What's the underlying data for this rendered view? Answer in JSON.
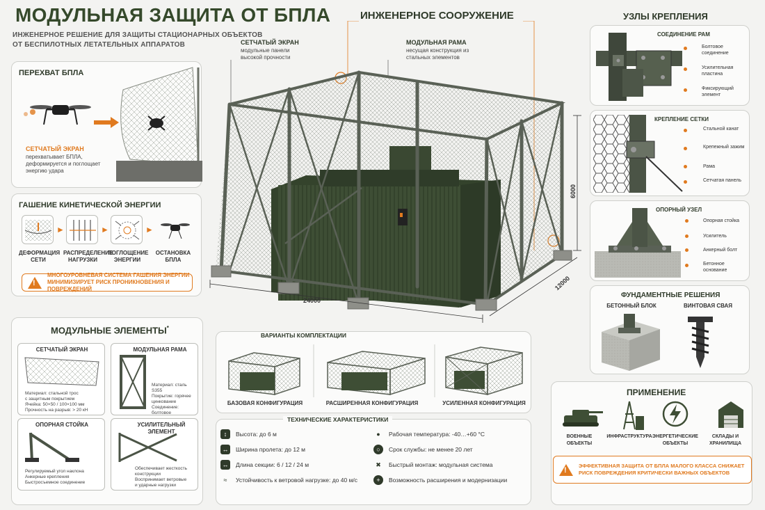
{
  "header": {
    "title": "МОДУЛЬНАЯ ЗАЩИТА ОТ БПЛА",
    "subtitle_line1": "ИНЖЕНЕРНОЕ РЕШЕНИЕ ДЛЯ ЗАЩИТЫ СТАЦИОНАРНЫХ ОБЪЕКТОВ",
    "subtitle_line2": "ОТ БЕСПИЛОТНЫХ ЛЕТАТЕЛЬНЫХ АППАРАТОВ"
  },
  "interception": {
    "title": "ПЕРЕХВАТ БПЛА",
    "mesh_title": "СЕТЧАТЫЙ ЭКРАН",
    "mesh_desc": "перехватывает БПЛА, деформируется и поглощает энергию удара"
  },
  "kinetic": {
    "title": "ГАШЕНИЕ КИНЕТИЧЕСКОЙ ЭНЕРГИИ",
    "steps": [
      {
        "label": "ДЕФОРМАЦИЯ СЕТИ"
      },
      {
        "label": "РАСПРЕДЕЛЕНИЕ НАГРУЗКИ"
      },
      {
        "label": "ПОГЛОЩЕНИЕ ЭНЕРГИИ"
      },
      {
        "label": "ОСТАНОВКА БПЛА"
      }
    ],
    "warning": "МНОГОУРОВНЕВАЯ СИСТЕМА ГАШЕНИЯ ЭНЕРГИИ МИНИМИЗИРУЕТ РИСК ПРОНИКНОВЕНИЯ И ПОВРЕЖДЕНИЙ"
  },
  "structure": {
    "title": "ИНЖЕНЕРНОЕ СООРУЖЕНИЕ",
    "mesh_label": "СЕТЧАТЫЙ ЭКРАН",
    "mesh_desc": "модульные панели высокой прочности",
    "frame_label": "МОДУЛЬНАЯ РАМА",
    "frame_desc": "несущая конструкция из стальных элементов",
    "dim_length": "24000",
    "dim_width": "12000",
    "dim_height": "6000"
  },
  "nodes": {
    "title": "УЗЛЫ КРЕПЛЕНИЯ",
    "frame_joint": {
      "title": "СОЕДИНЕНИЕ РАМ",
      "callouts": [
        "Болтовое соединение",
        "Усилительная пластина",
        "Фиксирующий элемент"
      ]
    },
    "mesh_mount": {
      "title": "КРЕПЛЕНИЕ СЕТКИ",
      "callouts": [
        "Стальной канат",
        "Крепежный зажим",
        "Рама",
        "Сетчатая панель"
      ]
    },
    "support": {
      "title": "ОПОРНЫЙ УЗЕЛ",
      "callouts": [
        "Опорная стойка",
        "Усилитель",
        "Анкерный болт",
        "Бетонное основание"
      ]
    },
    "foundation": {
      "title": "ФУНДАМЕНТНЫЕ РЕШЕНИЯ",
      "block": "БЕТОННЫЙ БЛОК",
      "pile": "ВИНТОВАЯ СВАЯ"
    }
  },
  "modules": {
    "title": "МОДУЛЬНЫЕ ЭЛЕМЕНТЫ",
    "title_mark": "*",
    "mesh": {
      "title": "СЕТЧАТЫЙ ЭКРАН",
      "lines": [
        "Материал: стальной трос",
        "с защитным покрытием",
        "Ячейка: 50×50 / 100×100 мм",
        "Прочность на разрыв: > 20 кН"
      ]
    },
    "frame": {
      "title": "МОДУЛЬНАЯ РАМА",
      "lines": [
        "Материал: сталь S355",
        "Покрытие: горячее цинкование",
        "Соединение: болтовое"
      ]
    },
    "post": {
      "title": "ОПОРНАЯ СТОЙКА",
      "lines": [
        "Регулируемый угол наклона",
        "Анкерные крепления",
        "Быстросъемное соединение"
      ]
    },
    "brace": {
      "title": "УСИЛИТЕЛЬНЫЙ ЭЛЕМЕНТ",
      "lines": [
        "Обеспечивает жесткость",
        "конструкции",
        "Воспринимает ветровые",
        "и ударные нагрузки"
      ]
    }
  },
  "configs": {
    "title": "ВАРИАНТЫ КОМПЛЕКТАЦИИ",
    "items": [
      {
        "label": "БАЗОВАЯ КОНФИГУРАЦИЯ"
      },
      {
        "label": "РАСШИРЕННАЯ КОНФИГУРАЦИЯ"
      },
      {
        "label": "УСИЛЕННАЯ КОНФИГУРАЦИЯ"
      }
    ]
  },
  "specs": {
    "title": "ТЕХНИЧЕСКИЕ ХАРАКТЕРИСТИКИ",
    "left": [
      {
        "icon": "height-icon",
        "text": "Высота: до 6 м"
      },
      {
        "icon": "span-icon",
        "text": "Ширина пролета: до 12 м"
      },
      {
        "icon": "length-icon",
        "text": "Длина секции: 6 / 12 / 24 м"
      },
      {
        "icon": "wind-icon",
        "text": "Устойчивость к ветровой нагрузке: до 40 м/с"
      }
    ],
    "right": [
      {
        "icon": "thermometer-icon",
        "text": "Рабочая температура: -40…+60 °С"
      },
      {
        "icon": "service-life-icon",
        "text": "Срок службы: не менее 20 лет"
      },
      {
        "icon": "tools-icon",
        "text": "Быстрый монтаж: модульная система"
      },
      {
        "icon": "plus-icon",
        "text": "Возможность расширения и модернизации"
      }
    ]
  },
  "application": {
    "title": "ПРИМЕНЕНИЕ",
    "items": [
      {
        "label_1": "ВОЕННЫЕ ОБЪЕКТЫ",
        "label_2": ""
      },
      {
        "label_1": "ИНФРАСТРУКТУРА",
        "label_2": ""
      },
      {
        "label_1": "ЭНЕРГЕТИЧЕСКИЕ",
        "label_2": "ОБЪЕКТЫ"
      },
      {
        "label_1": "СКЛАДЫ И",
        "label_2": "ХРАНИЛИЩА"
      }
    ],
    "warning": "ЭФФЕКТИВНАЯ ЗАЩИТА ОТ БПЛА МАЛОГО КЛАССА СНИЖАЕТ РИСК ПОВРЕЖДЕНИЯ КРИТИЧЕСКИ ВАЖНЫХ ОБЪЕКТОВ"
  },
  "colors": {
    "accent": "#e07a1f",
    "dark_green": "#35492b",
    "container": "#3e4e35",
    "steel": "#5a6156"
  }
}
